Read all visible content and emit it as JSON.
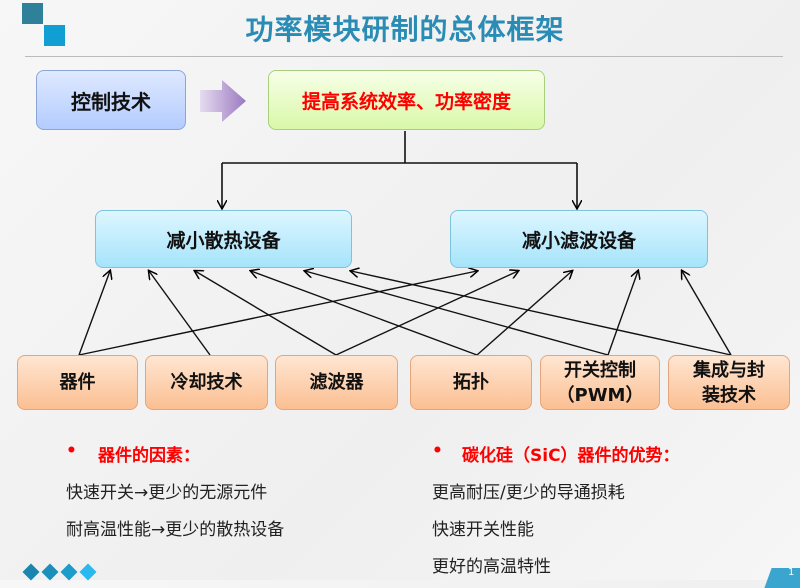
{
  "title": "功率模块研制的总体框架",
  "top": {
    "control": "控制技术",
    "goal": "提高系统效率、功率密度"
  },
  "middle": {
    "heat": "减小散热设备",
    "filter": "减小滤波设备"
  },
  "bottom": [
    {
      "line1": "器件",
      "line2": ""
    },
    {
      "line1": "冷却技术",
      "line2": ""
    },
    {
      "line1": "滤波器",
      "line2": ""
    },
    {
      "line1": "拓扑",
      "line2": ""
    },
    {
      "line1": "开关控制",
      "line2": "（PWM）"
    },
    {
      "line1": "集成与封",
      "line2": "装技术"
    }
  ],
  "left_list": {
    "bullet": "•",
    "heading": "器件的因素：",
    "items": [
      "快速开关→更少的无源元件",
      "耐高温性能→更少的散热设备"
    ]
  },
  "right_list": {
    "bullet": "•",
    "heading": "碳化硅（SiC）器件的优势：",
    "items": [
      "更高耐压/更少的导通损耗",
      "快速开关性能",
      "更好的高温特性"
    ]
  },
  "page_number": "1"
}
